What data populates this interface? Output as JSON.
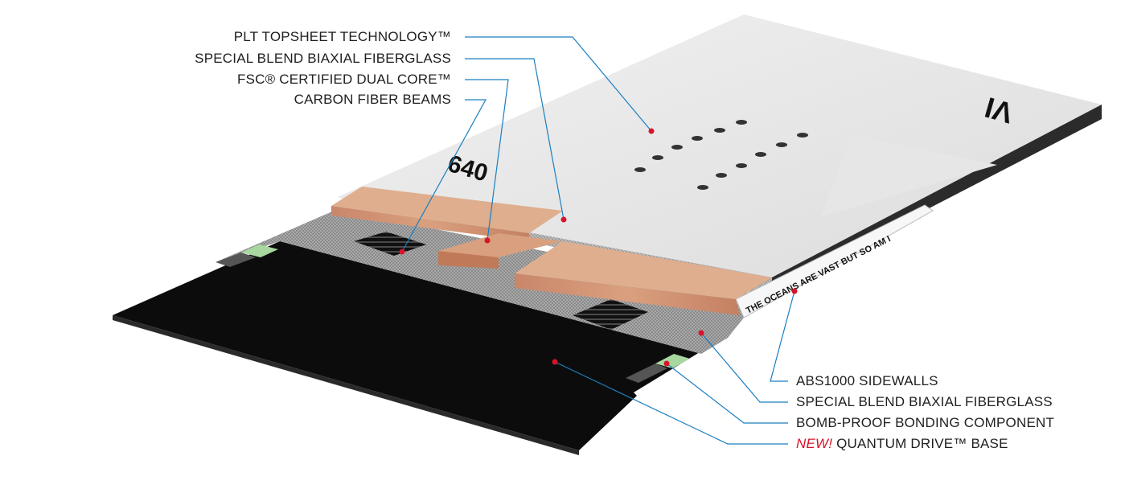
{
  "diagram": {
    "board_text": {
      "model_number": "640",
      "sidewall_slogan": "THE OCEANS ARE VAST BUT SO AM I",
      "topsheet_logo": "VI"
    },
    "colors": {
      "leader_line": "#1a7fc1",
      "marker_dot": "#d8142a",
      "new_accent": "#d8142a",
      "label_text": "#1f1f1f"
    },
    "callouts_left": [
      {
        "id": "plt-topsheet",
        "label": "PLT TOPSHEET TECHNOLOGY™"
      },
      {
        "id": "biaxial-top",
        "label": "SPECIAL BLEND BIAXIAL FIBERGLASS"
      },
      {
        "id": "dual-core",
        "label": "FSC® CERTIFIED DUAL CORE™"
      },
      {
        "id": "carbon-beams",
        "label": "CARBON FIBER BEAMS"
      }
    ],
    "callouts_right": [
      {
        "id": "abs-sidewalls",
        "label": "ABS1000 SIDEWALLS"
      },
      {
        "id": "biaxial-bottom",
        "label": "SPECIAL BLEND BIAXIAL FIBERGLASS"
      },
      {
        "id": "bonding",
        "label": "BOMB-PROOF BONDING COMPONENT"
      },
      {
        "id": "base",
        "prefix": "NEW!",
        "label": " QUANTUM DRIVE™ BASE"
      }
    ]
  }
}
